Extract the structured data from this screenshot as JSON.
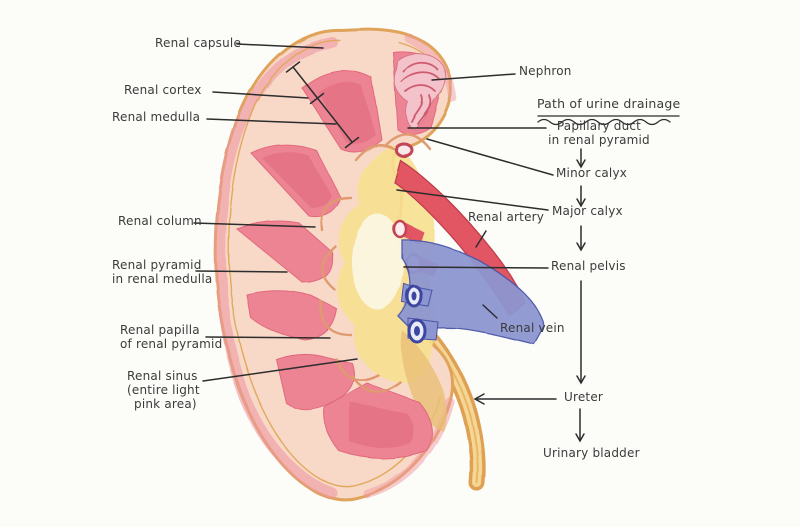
{
  "figure": {
    "title": "Kidney frontal section (hand-drawn diagram)",
    "colors": {
      "paper": "#fcfcf9",
      "capsule_orange": "#dfa35a",
      "cortex_pink": "#f8d9c8",
      "cortex_rim_pink": "#ef97a2",
      "pyramid_red": "#ec8494",
      "sinus_yellow": "#f6e08f",
      "artery_red": "#e25663",
      "vein_blue": "#8d96d0",
      "vein_outline": "#4a55a8",
      "ureter_orange": "#dc9b4a",
      "ink": "#2d2d2d"
    }
  },
  "left_labels": [
    {
      "lines": [
        "Renal capsule"
      ]
    },
    {
      "lines": [
        "Renal cortex"
      ]
    },
    {
      "lines": [
        "Renal medulla"
      ]
    },
    {
      "lines": [
        "Renal column"
      ]
    },
    {
      "lines": [
        "Renal pyramid",
        "in renal medulla"
      ]
    },
    {
      "lines": [
        "Renal papilla",
        "of renal pyramid"
      ]
    },
    {
      "lines": [
        "Renal sinus",
        "(entire light",
        "pink area)"
      ]
    }
  ],
  "side_labels": {
    "nephron": "Nephron",
    "renal_artery": "Renal artery",
    "renal_vein": "Renal vein"
  },
  "urine_drainage": {
    "title": "Path of urine drainage",
    "steps": [
      {
        "lines": [
          "Papillary duct",
          "in renal pyramid"
        ]
      },
      {
        "lines": [
          "Minor calyx"
        ]
      },
      {
        "lines": [
          "Major calyx"
        ]
      },
      {
        "lines": [
          "Renal pelvis"
        ]
      },
      {
        "lines": [
          "Ureter"
        ]
      },
      {
        "lines": [
          "Urinary bladder"
        ]
      }
    ]
  }
}
